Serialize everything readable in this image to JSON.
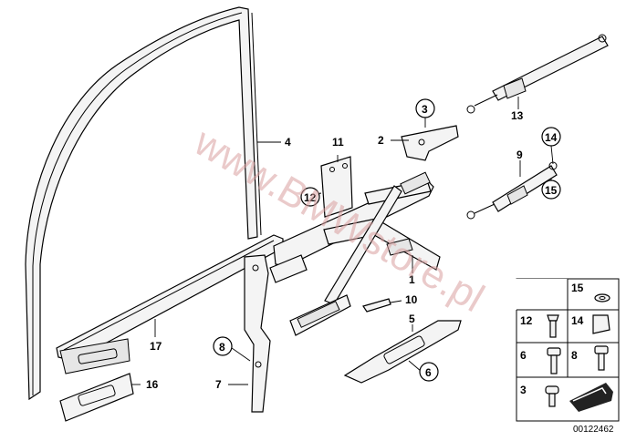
{
  "watermark": "www.BMWstore.pl",
  "diagram_id": "00122462",
  "callouts": [
    "1",
    "2",
    "3",
    "4",
    "5",
    "6",
    "7",
    "8",
    "9",
    "10",
    "11",
    "12",
    "13",
    "14",
    "15",
    "16",
    "17"
  ],
  "legend": {
    "cells": [
      "15",
      "12",
      "14",
      "6",
      "8",
      "3"
    ]
  }
}
